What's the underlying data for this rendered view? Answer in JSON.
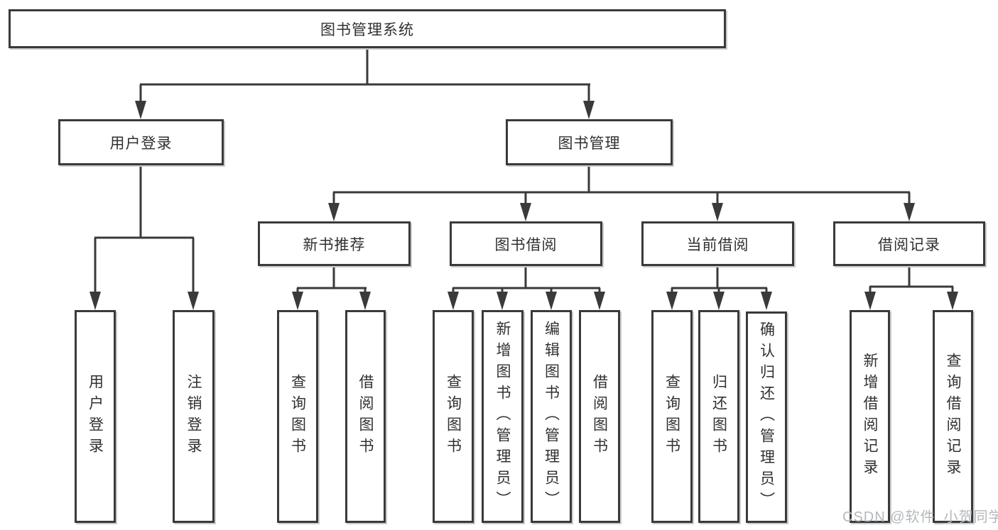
{
  "root": "图书管理系统",
  "branches": [
    {
      "label": "用户登录",
      "children": [
        "用户登录",
        "注销登录"
      ]
    },
    {
      "label": "图书管理",
      "sections": [
        {
          "label": "新书推荐",
          "children": [
            "查询图书",
            "借阅图书"
          ]
        },
        {
          "label": "图书借阅",
          "children": [
            "查询图书",
            "新增图书（管理员）",
            "编辑图书（管理员）",
            "借阅图书"
          ]
        },
        {
          "label": "当前借阅",
          "children": [
            "查询图书",
            "归还图书",
            "确认归还（管理员）"
          ]
        },
        {
          "label": "借阅记录",
          "children": [
            "新增借阅记录",
            "查询借阅记录"
          ]
        }
      ]
    }
  ],
  "watermark": "CSDN @软件_小贺同学",
  "colors": {
    "line": "#3a3a3a",
    "text": "#303030",
    "box_background": "#ffffff",
    "watermark": "#b4b8bc"
  }
}
